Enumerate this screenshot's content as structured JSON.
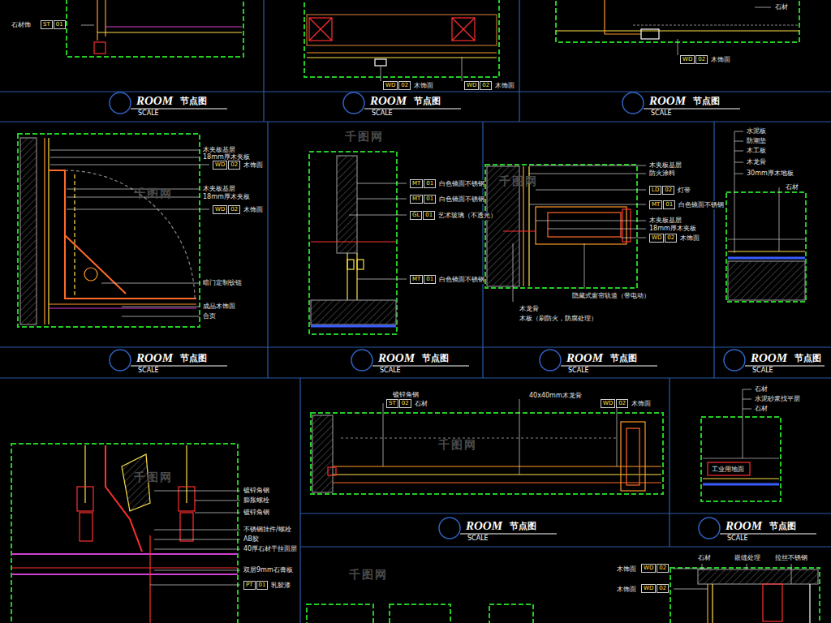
{
  "diagram": {
    "labels": [
      "ROOM",
      "节点图",
      "SCALE",
      "ROOM",
      "节点图",
      "SCALE",
      "ROOM",
      "节点图",
      "SCALE",
      "ROOM",
      "节点图",
      "SCALE",
      "ROOM",
      "节点图",
      "SCALE",
      "ROOM",
      "节点图",
      "SCALE",
      "ROOM",
      "节点图",
      "SCALE",
      "ROOM",
      "节点图",
      "SCALE",
      "ROOM",
      "节点图",
      "SCALE",
      "石材饰",
      "ST",
      "01",
      "WD",
      "02",
      "木饰面",
      "WD",
      "02",
      "木饰面",
      "WD",
      "02",
      "木饰面",
      "石材",
      "木夹板基层",
      "18mm厚木夹板",
      "WD",
      "02",
      "木饰面",
      "木夹板基层",
      "18mm厚木夹板",
      "WD",
      "02",
      "木饰面",
      "暗门定制铰链",
      "成品木饰面",
      "合页",
      "MT",
      "01",
      "白色镜面不锈钢",
      "MT",
      "01",
      "白色镜面不锈钢",
      "GL",
      "01",
      "艺术玻璃（不透光）",
      "MT",
      "01",
      "白色镜面不锈钢",
      "木夹板基层",
      "防火涂料",
      "LD",
      "02",
      "灯带",
      "MT",
      "01",
      "白色镜面不锈钢",
      "木夹板基层",
      "18mm厚木夹板",
      "WD",
      "02",
      "木饰面",
      "隐藏式窗帘轨道（带电动）",
      "木龙骨",
      "木板（刷防火，防腐处理）",
      "水泥板",
      "防潮垫",
      "木工板",
      "木龙骨",
      "30mm厚木地板",
      "石材",
      "镀锌角钢",
      "膨胀螺栓",
      "镀锌角钢",
      "不锈钢挂件/螺栓",
      "AB胶",
      "40厚石材干挂面层",
      "双层9mm石膏板",
      "PT",
      "01",
      "乳胶漆",
      "镀锌角钢",
      "ST",
      "02",
      "石材",
      "40x40mm木龙骨",
      "WD",
      "02",
      "木饰面",
      "石材",
      "水泥砂浆找平层",
      "石材",
      "工业用地面",
      "石材",
      "嵌缝处理",
      "拉丝不锈钢",
      "木饰面",
      "WD",
      "02",
      "木饰面",
      "WD",
      "02",
      "千图网",
      "千图网",
      "千图网",
      "千图网",
      "千图网",
      "千图网"
    ]
  }
}
